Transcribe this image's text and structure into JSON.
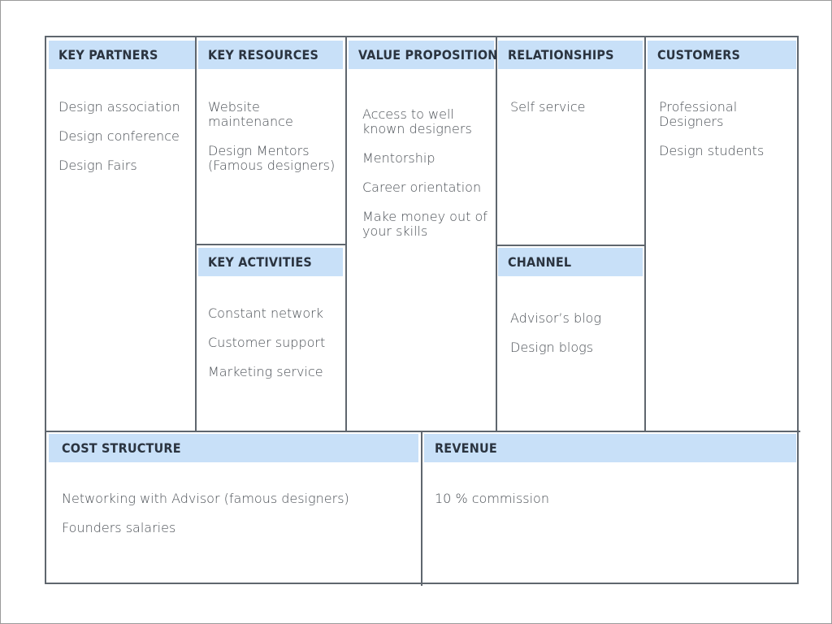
{
  "canvas": {
    "key_partners": {
      "title": "KEY PARTNERS",
      "items": [
        "Design association",
        "Design conference",
        "Design Fairs"
      ]
    },
    "key_resources": {
      "title": "KEY RESOURCES",
      "items": [
        "Website maintenance",
        "Design Mentors (Famous designers)"
      ]
    },
    "key_activities": {
      "title": "KEY ACTIVITIES",
      "items": [
        "Constant network",
        "Customer support",
        "Marketing service"
      ]
    },
    "value_propositions": {
      "title": "VALUE PROPOSITIONS",
      "items": [
        "Access to well known designers",
        "Mentorship",
        "Career orientation",
        "Make money out of your skills"
      ]
    },
    "relationships": {
      "title": "RELATIONSHIPS",
      "items": [
        "Self service"
      ]
    },
    "channel": {
      "title": "CHANNEL",
      "items": [
        "Advisor’s blog",
        "Design blogs"
      ]
    },
    "customers": {
      "title": "CUSTOMERS",
      "items": [
        "Professional Designers",
        "Design students"
      ]
    },
    "cost_structure": {
      "title": "COST STRUCTURE",
      "items": [
        "Networking with Advisor (famous designers)",
        "Founders salaries"
      ]
    },
    "revenue": {
      "title": "REVENUE",
      "items": [
        "10 % commission"
      ]
    }
  },
  "colors": {
    "header_fill": "#c8e0f8",
    "border": "#5f666e",
    "text": "#4a4f55"
  }
}
